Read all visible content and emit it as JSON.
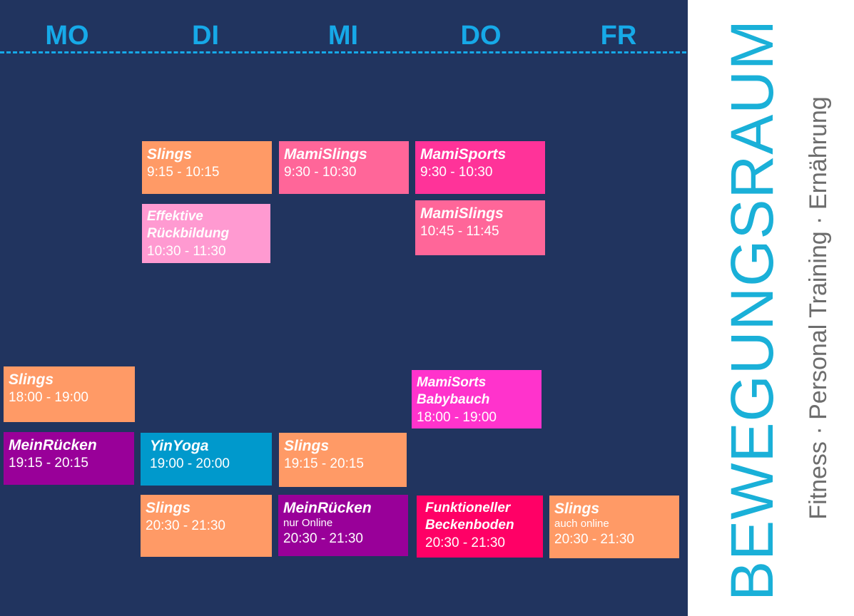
{
  "days": [
    "MO",
    "DI",
    "MI",
    "DO",
    "FR"
  ],
  "classes": [
    {
      "name": "Slings",
      "time": "9:15 - 10:15",
      "color": "#ff9a66"
    },
    {
      "name": "Effektive Rückbildung",
      "time": "10:30 - 11:30",
      "color": "#ff9ad1"
    },
    {
      "name": "MamiSlings",
      "time": "9:30 - 10:30",
      "color": "#ff6699"
    },
    {
      "name": "MamiSports",
      "time": "9:30 - 10:30",
      "color": "#ff3399"
    },
    {
      "name": "MamiSlings",
      "time": "10:45 - 11:45",
      "color": "#ff6699"
    },
    {
      "name": "Slings",
      "time": "18:00 - 19:00",
      "color": "#ff9a66"
    },
    {
      "name": "MeinRücken",
      "time": "19:15 - 20:15",
      "color": "#990099"
    },
    {
      "name": "MamiSorts Babybauch",
      "time": "18:00 - 19:00",
      "color": "#ff33cc"
    },
    {
      "name": "YinYoga",
      "time": "19:00 - 20:00",
      "color": "#0099cc"
    },
    {
      "name": "Slings",
      "time": "19:15 - 20:15",
      "color": "#ff9a66"
    },
    {
      "name": "Slings",
      "time": "20:30 - 21:30",
      "color": "#ff9a66"
    },
    {
      "name": "MeinRücken",
      "note": "nur Online",
      "time": "20:30 - 21:30",
      "color": "#990099"
    },
    {
      "name": "Funktioneller Beckenboden",
      "time": "20:30 - 21:30",
      "color": "#ff0066"
    },
    {
      "name": "Slings",
      "note": "auch online",
      "time": "20:30 - 21:30",
      "color": "#ff9a66"
    }
  ],
  "brand": {
    "title": "BEWEGUNGSRAUM",
    "subtitle": "Fitness · Personal Training · Ernährung",
    "title_color": "#1ab0d8",
    "subtitle_color": "#6d6d6d"
  },
  "colors": {
    "background": "#21345f",
    "accent": "#16a9e8"
  }
}
